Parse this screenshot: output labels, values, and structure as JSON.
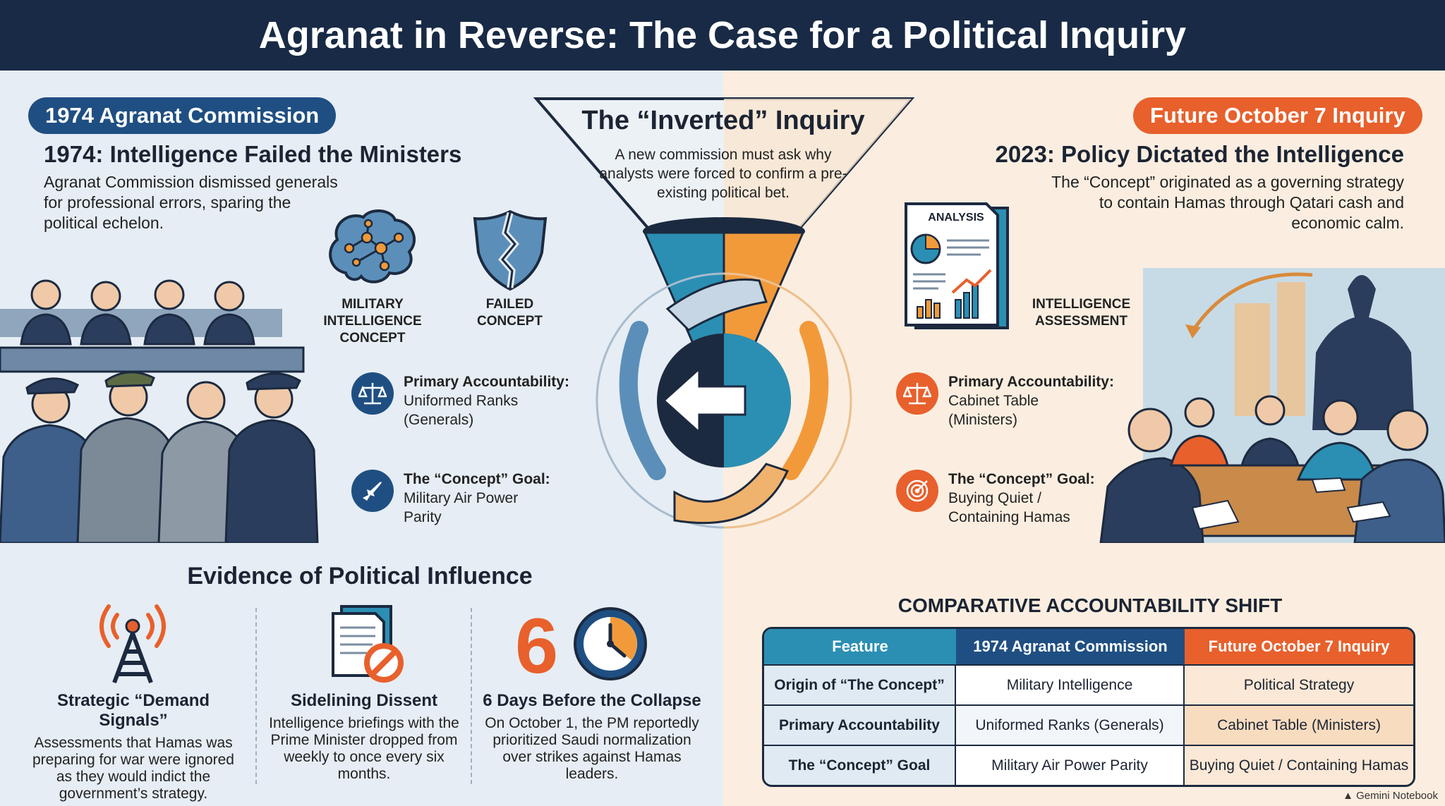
{
  "title": "Agranat in Reverse: The Case for a Political Inquiry",
  "left": {
    "pill": "1974 Agranat Commission",
    "heading": "1974: Intelligence Failed the Ministers",
    "body": "Agranat Commission dismissed generals for professional errors, sparing the political echelon.",
    "icon1_label": "MILITARY INTELLIGENCE CONCEPT",
    "icon2_label": "FAILED CONCEPT",
    "acc1_title": "Primary Accountability:",
    "acc1_text": "Uniformed Ranks (Generals)",
    "acc2_title": "The “Concept” Goal:",
    "acc2_text": "Military Air Power Parity"
  },
  "center": {
    "title": "The “Inverted” Inquiry",
    "subtitle": "A new commission must ask why analysts were forced to confirm a pre-existing political bet."
  },
  "right": {
    "pill": "Future October 7 Inquiry",
    "heading": "2023: Policy Dictated the Intelligence",
    "body": "The “Concept” originated as a governing strategy to contain Hamas through Qatari cash and economic calm.",
    "doc_label": "ANALYSIS",
    "icon_label": "INTELLIGENCE ASSESSMENT",
    "acc1_title": "Primary Accountability:",
    "acc1_text": "Cabinet Table (Ministers)",
    "acc2_title": "The “Concept” Goal:",
    "acc2_text": "Buying Quiet / Containing Hamas"
  },
  "evidence": {
    "title": "Evidence of Political Influence",
    "items": [
      {
        "title": "Strategic “Demand Signals”",
        "text": "Assessments that Hamas was preparing for war were ignored as they would indict the government’s strategy."
      },
      {
        "title": "Sidelining Dissent",
        "text": "Intelligence briefings with the Prime Minister dropped from weekly to once every six months."
      },
      {
        "title": "6 Days Before the Collapse",
        "text": "On October 1, the PM reportedly prioritized Saudi normalization over strikes against Hamas leaders."
      }
    ],
    "big_number": "6"
  },
  "table": {
    "title": "COMPARATIVE ACCOUNTABILITY SHIFT",
    "headers": [
      "Feature",
      "1974 Agranat Commission",
      "Future October 7 Inquiry"
    ],
    "rows": [
      [
        "Origin of “The Concept”",
        "Military Intelligence",
        "Political Strategy"
      ],
      [
        "Primary Accountability",
        "Uniformed Ranks (Generals)",
        "Cabinet Table (Ministers)"
      ],
      [
        "The “Concept” Goal",
        "Military Air Power Parity",
        "Buying Quiet / Containing Hamas"
      ]
    ]
  },
  "credit": "Gemini Notebook",
  "colors": {
    "navy": "#182a45",
    "blue": "#1f4f82",
    "orange": "#e8602c",
    "teal": "#2b8fb3"
  }
}
